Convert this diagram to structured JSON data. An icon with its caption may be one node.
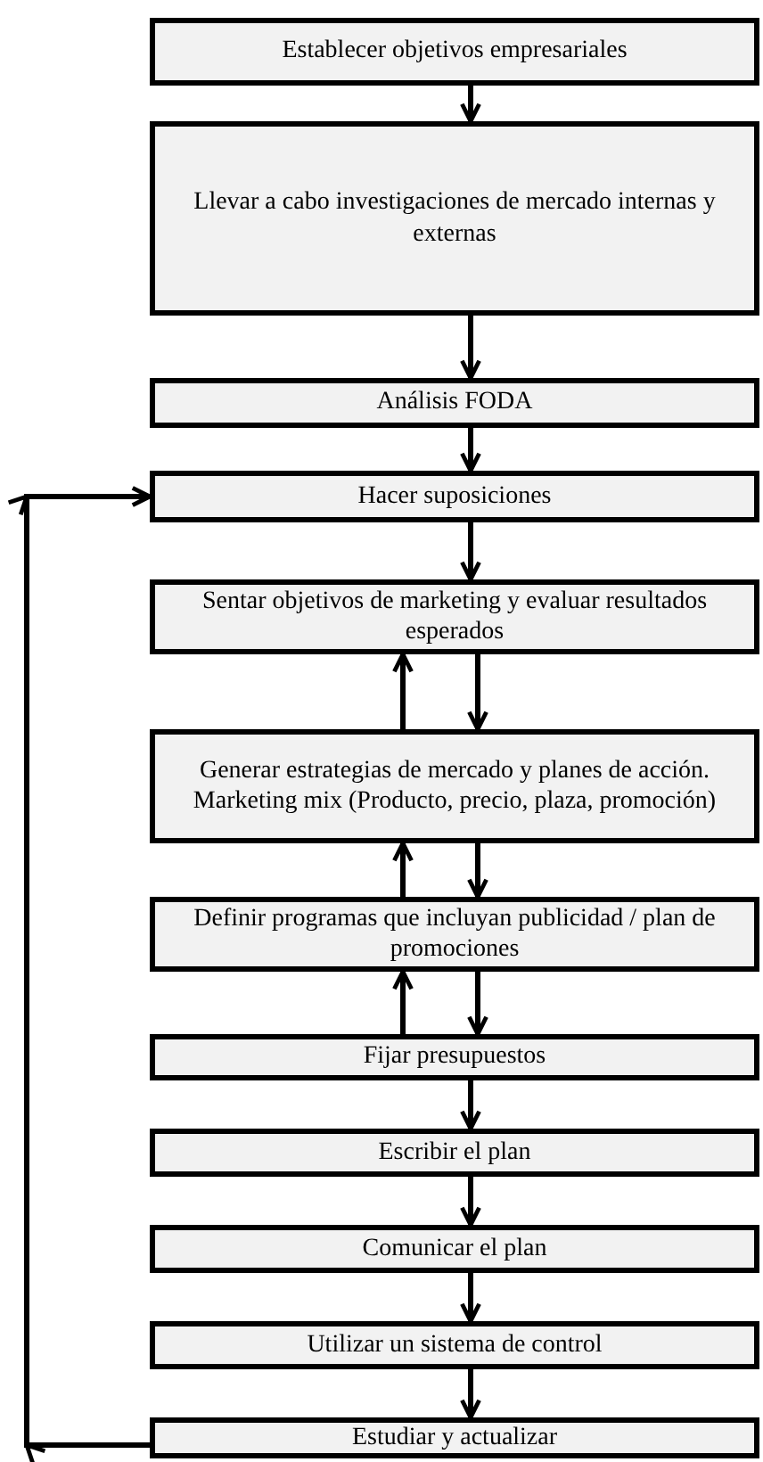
{
  "diagram": {
    "nodes": [
      {
        "text": [
          "Establecer objetivos empresariales"
        ]
      },
      {
        "text": [
          "Llevar a cabo investigaciones de mercado internas y externas"
        ]
      },
      {
        "text": [
          "Análisis FODA"
        ]
      },
      {
        "text": [
          "Hacer suposiciones"
        ]
      },
      {
        "text": [
          "Sentar objetivos de marketing y evaluar resultados esperados"
        ]
      },
      {
        "text": [
          "Generar estrategias de mercado y planes de acción. Marketing mix (Producto, precio, plaza, promoción)"
        ]
      },
      {
        "text": [
          "Definir programas que incluyan publicidad / plan de promociones"
        ]
      },
      {
        "text": [
          "Fijar presupuestos"
        ]
      },
      {
        "text": [
          "Escribir el plan"
        ]
      },
      {
        "text": [
          "Comunicar el plan"
        ]
      },
      {
        "text": [
          "Utilizar un sistema de control"
        ]
      },
      {
        "text": [
          "Estudiar y actualizar"
        ]
      }
    ],
    "edges": [
      {
        "from": 0,
        "to": 1,
        "arrow": "to"
      },
      {
        "from": 1,
        "to": 2,
        "arrow": "to"
      },
      {
        "from": 2,
        "to": 3,
        "arrow": "to"
      },
      {
        "from": 3,
        "to": 4,
        "arrow": "to"
      },
      {
        "from": 4,
        "to": 5,
        "arrow": "to"
      },
      {
        "from": 5,
        "to": 4,
        "arrow": "to"
      },
      {
        "from": 5,
        "to": 6,
        "arrow": "to"
      },
      {
        "from": 6,
        "to": 5,
        "arrow": "to"
      },
      {
        "from": 6,
        "to": 7,
        "arrow": "to"
      },
      {
        "from": 7,
        "to": 6,
        "arrow": "to"
      },
      {
        "from": 7,
        "to": 8,
        "arrow": "to"
      },
      {
        "from": 8,
        "to": 9,
        "arrow": "to"
      },
      {
        "from": 9,
        "to": 10,
        "arrow": "to"
      },
      {
        "from": 10,
        "to": 11,
        "arrow": "to"
      },
      {
        "from": 11,
        "to": 3,
        "arrow": "to"
      }
    ]
  }
}
